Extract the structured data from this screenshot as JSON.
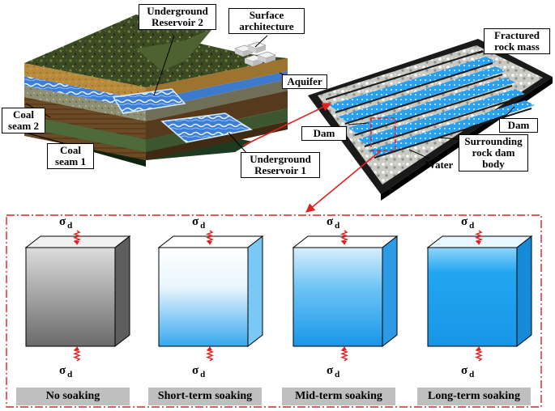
{
  "labels": {
    "underground_reservoir_2": [
      "Underground",
      "Reservoir 2"
    ],
    "surface_architecture": [
      "Surface",
      "architecture"
    ],
    "aquifer": "Aquifer",
    "coal_seam_2": [
      "Coal",
      "seam 2"
    ],
    "coal_seam_1": [
      "Coal",
      "seam 1"
    ],
    "underground_reservoir_1": [
      "Underground",
      "Reservoir 1"
    ],
    "fractured_rock_mass": [
      "Fractured",
      "rock mass"
    ],
    "dam_left": "Dam",
    "dam_right": "Dam",
    "surrounding_rock_dam_body": [
      "Surrounding",
      "rock dam",
      "body"
    ],
    "water": "Water"
  },
  "stress_symbol": "σ",
  "stress_subscript": "d",
  "samples": [
    {
      "caption": "No soaking"
    },
    {
      "caption": "Short-term soaking"
    },
    {
      "caption": "Mid-term soaking"
    },
    {
      "caption": "Long-term soaking"
    }
  ],
  "colors": {
    "callout_arrow": "#e02020",
    "frame_dashdot": "#e02020",
    "caption_bg": "#bfbfbf",
    "water_blue": "#1a9fea",
    "dry_gray": "#7a7a7a"
  }
}
